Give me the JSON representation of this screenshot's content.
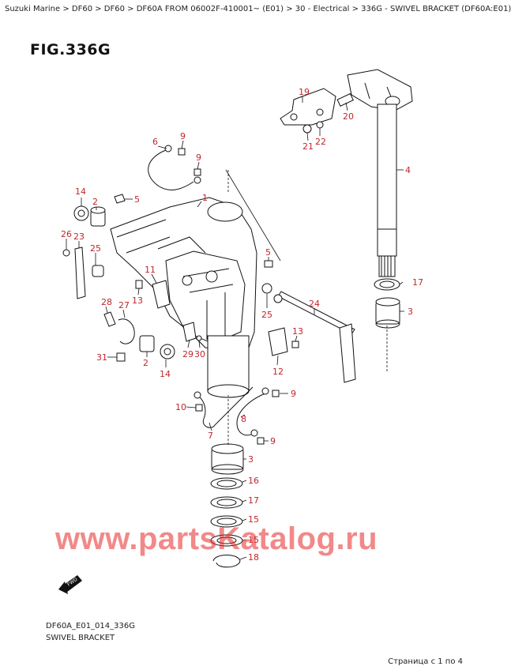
{
  "breadcrumb": "Suzuki Marine > DF60 > DF60 > DF60A FROM 06002F-410001~ (E01) > 30 - Electrical > 336G - SWIVEL BRACKET (DF60A:E01)",
  "figure_title": "FIG.336G",
  "footer": {
    "code": "DF60A_E01_014_336G",
    "name": "SWIVEL BRACKET",
    "page_count": "Страница с 1 по 4"
  },
  "watermark": "www.partsKatalog.ru",
  "arrow_label": "FWD",
  "accent_color": "#c0262d",
  "callouts": [
    {
      "name": "callout-19",
      "label": "19"
    },
    {
      "name": "callout-20",
      "label": "20"
    },
    {
      "name": "callout-21",
      "label": "21"
    },
    {
      "name": "callout-22",
      "label": "22"
    },
    {
      "name": "callout-4",
      "label": "4"
    },
    {
      "name": "callout-6",
      "label": "6"
    },
    {
      "name": "callout-9a",
      "label": "9"
    },
    {
      "name": "callout-9b",
      "label": "9"
    },
    {
      "name": "callout-14a",
      "label": "14"
    },
    {
      "name": "callout-2a",
      "label": "2"
    },
    {
      "name": "callout-5a",
      "label": "5"
    },
    {
      "name": "callout-1",
      "label": "1"
    },
    {
      "name": "callout-26",
      "label": "26"
    },
    {
      "name": "callout-23",
      "label": "23"
    },
    {
      "name": "callout-25a",
      "label": "25"
    },
    {
      "name": "callout-5b",
      "label": "5"
    },
    {
      "name": "callout-11",
      "label": "11"
    },
    {
      "name": "callout-17a",
      "label": "17"
    },
    {
      "name": "callout-13a",
      "label": "13"
    },
    {
      "name": "callout-28",
      "label": "28"
    },
    {
      "name": "callout-27",
      "label": "27"
    },
    {
      "name": "callout-24",
      "label": "24"
    },
    {
      "name": "callout-3a",
      "label": "3"
    },
    {
      "name": "callout-25b",
      "label": "25"
    },
    {
      "name": "callout-13b",
      "label": "13"
    },
    {
      "name": "callout-31",
      "label": "31"
    },
    {
      "name": "callout-29",
      "label": "29"
    },
    {
      "name": "callout-30",
      "label": "30"
    },
    {
      "name": "callout-2b",
      "label": "2"
    },
    {
      "name": "callout-14b",
      "label": "14"
    },
    {
      "name": "callout-12",
      "label": "12"
    },
    {
      "name": "callout-9c",
      "label": "9"
    },
    {
      "name": "callout-10",
      "label": "10"
    },
    {
      "name": "callout-8",
      "label": "8"
    },
    {
      "name": "callout-7",
      "label": "7"
    },
    {
      "name": "callout-9d",
      "label": "9"
    },
    {
      "name": "callout-3b",
      "label": "3"
    },
    {
      "name": "callout-16",
      "label": "16"
    },
    {
      "name": "callout-17b",
      "label": "17"
    },
    {
      "name": "callout-15a",
      "label": "15"
    },
    {
      "name": "callout-15b",
      "label": "15"
    },
    {
      "name": "callout-18",
      "label": "18"
    }
  ]
}
